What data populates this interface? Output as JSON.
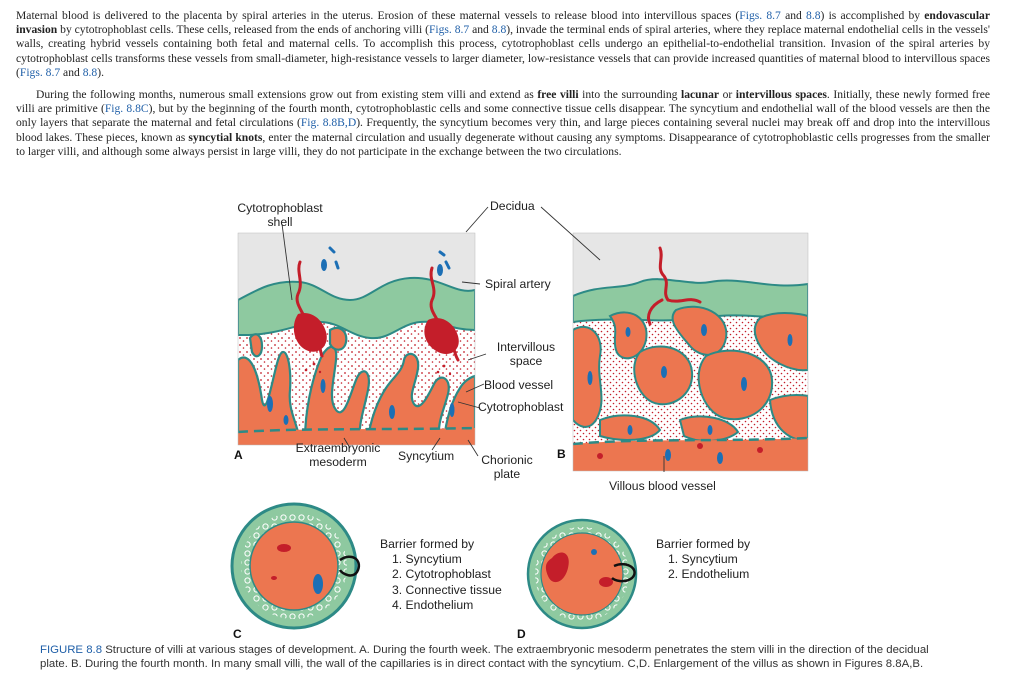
{
  "paragraph1": {
    "t1": "Maternal blood is delivered to the placenta by spiral arteries in the uterus. Erosion of these maternal vessels to release blood into intervillous spaces (",
    "r1": "Figs. 8.7",
    "t2": " and ",
    "r2": "8.8",
    "t3": ") is accomplished by ",
    "b1": "endovascular invasion",
    "t4": " by cytotrophoblast cells. These cells, released from the ends of anchoring villi (",
    "r3": "Figs. 8.7",
    "t5": " and ",
    "r4": "8.8",
    "t6": "), invade the terminal ends of spiral arteries, where they replace maternal endothelial cells in the vessels' walls, creating hybrid vessels containing both fetal and maternal cells. To accomplish this process, cytotrophoblast cells undergo an epithelial-to-endothelial transition. Invasion of the spiral arteries by cytotrophoblast cells transforms these vessels from small-diameter, high-resistance vessels to larger diameter, low-resistance vessels that can provide increased quantities of maternal blood to intervillous spaces (",
    "r5": "Figs. 8.7",
    "t7": " and ",
    "r6": "8.8",
    "t8": ")."
  },
  "paragraph2": {
    "t1": "During the following months, numerous small extensions grow out from existing stem villi and extend as ",
    "b1": "free villi",
    "t2": " into the surrounding ",
    "b2": "lacunar",
    "t3": " or ",
    "b3": "intervillous spaces",
    "t4": ". Initially, these newly formed free villi are primitive (",
    "r1": "Fig. 8.8C",
    "t5": "), but by the beginning of the fourth month, cytotrophoblastic cells and some connective tissue cells disappear. The syncytium and endothelial wall of the blood vessels are then the only layers that separate the maternal and fetal circulations (",
    "r2": "Fig. 8.8B,D",
    "t6": "). Frequently, the syncytium becomes very thin, and large pieces containing several nuclei may break off and drop into the intervillous blood lakes. These pieces, known as ",
    "b4": "syncytial knots",
    "t7": ", enter the maternal circulation and usually degenerate without causing any symptoms. Disappearance of cytotrophoblastic cells progresses from the smaller to larger villi, and although some always persist in large villi, they do not participate in the exchange between the two circulations."
  },
  "figure": {
    "labels": {
      "cytotrophoblast_shell_1": "Cytotrophoblast",
      "cytotrophoblast_shell_2": "shell",
      "decidua": "Decidua",
      "spiral_artery": "Spiral artery",
      "intervillous_1": "Intervillous",
      "intervillous_2": "space",
      "blood_vessel": "Blood vessel",
      "cytotrophoblast": "Cytotrophoblast",
      "extraembryonic_1": "Extraembryonic",
      "extraembryonic_2": "mesoderm",
      "syncytium": "Syncytium",
      "chorionic_1": "Chorionic",
      "chorionic_2": "plate",
      "villous_blood_vessel": "Villous blood vessel"
    },
    "panels": {
      "a": "A",
      "b": "B",
      "c": "C",
      "d": "D"
    },
    "barrier_c": {
      "title": "Barrier formed by",
      "items": [
        "1. Syncytium",
        "2. Cytotrophoblast",
        "3. Connective tissue",
        "4. Endothelium"
      ]
    },
    "barrier_d": {
      "title": "Barrier formed by",
      "items": [
        "1. Syncytium",
        "2. Endothelium"
      ]
    },
    "colors": {
      "mesoderm": "#ec7650",
      "syncytium": "#8ec9a0",
      "cytotrophoblast_layer": "#2d8a86",
      "maternal_blood": "#c41e2a",
      "fetal_vessel": "#1c6fb5",
      "decidua_bg": "#e6e6e6"
    }
  },
  "caption": {
    "fig": "FIGURE 8.8",
    "text": " Structure of villi at various stages of development. A. During the fourth week. The extraembryonic mesoderm penetrates the stem villi in the direction of the decidual plate. B. During the fourth month. In many small villi, the wall of the capillaries is in direct contact with the syncytium. C,D. Enlargement of the villus as shown in Figures 8.8A,B."
  }
}
